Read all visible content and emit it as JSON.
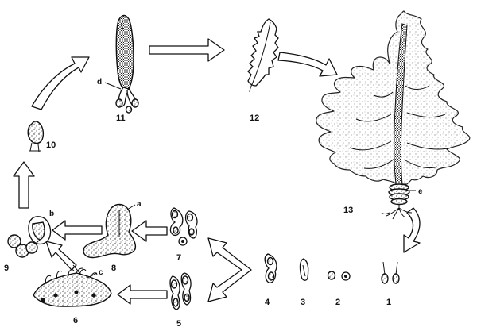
{
  "diagram": {
    "stages": [
      "1",
      "2",
      "3",
      "4",
      "5",
      "6",
      "7",
      "8",
      "9",
      "10",
      "11",
      "12",
      "13"
    ],
    "callouts": [
      "a",
      "b",
      "c",
      "d",
      "e"
    ]
  }
}
